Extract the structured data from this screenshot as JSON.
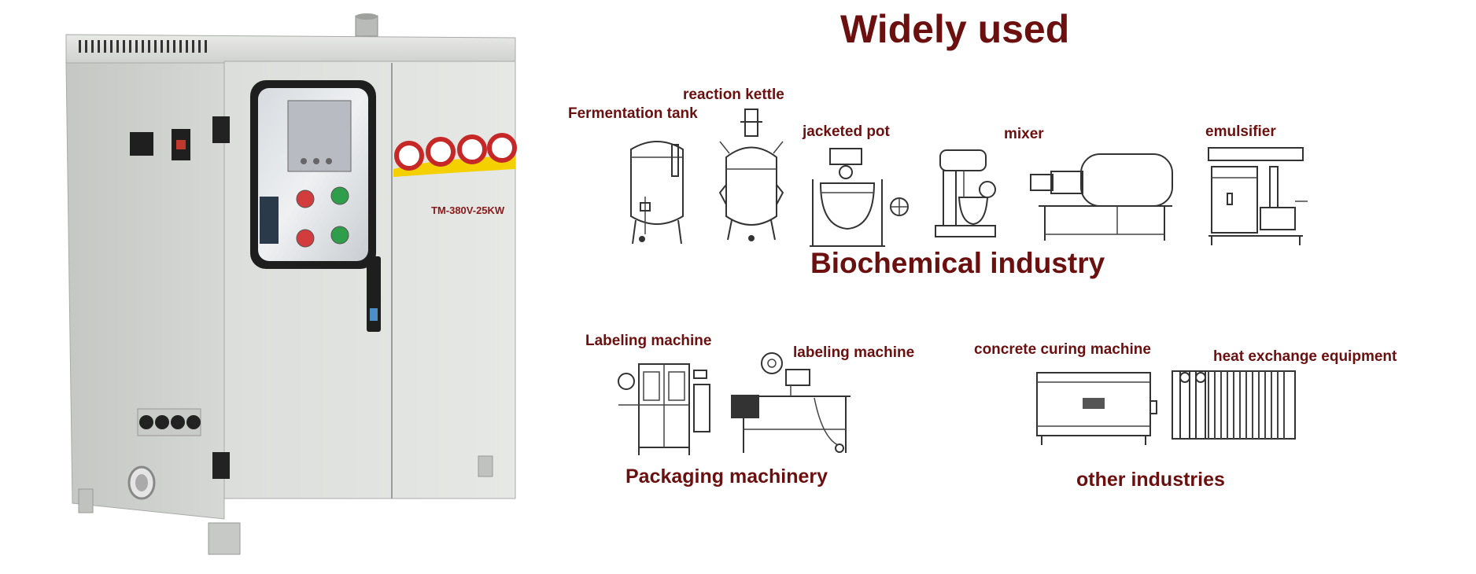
{
  "title": "Widely used",
  "product": {
    "model": "TM-380V-25KW"
  },
  "sections": {
    "biochemical": {
      "title": "Biochemical industry",
      "items": [
        "Fermentation tank",
        "reaction kettle",
        "jacketed pot",
        "mixer",
        "emulsifier"
      ]
    },
    "packaging": {
      "title": "Packaging machinery",
      "items": [
        "Labeling machine",
        "labeling machine"
      ]
    },
    "other": {
      "title": "other industries",
      "items": [
        "concrete curing machine",
        "heat exchange equipment"
      ]
    }
  },
  "colors": {
    "accent": "#6b0f0f",
    "cabinet": "#d9dbd8",
    "window_frame": "#1e1e1e"
  }
}
